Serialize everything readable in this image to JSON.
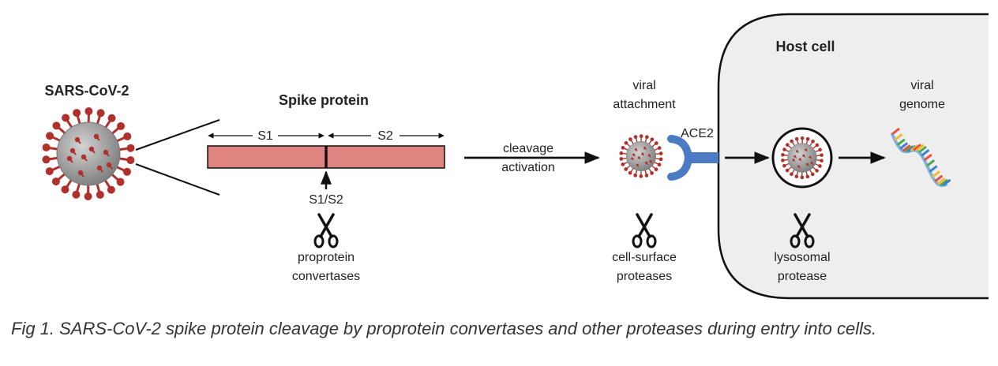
{
  "virus": {
    "label": "SARS-CoV-2"
  },
  "spike": {
    "title": "Spike protein",
    "s1_label": "S1",
    "s2_label": "S2",
    "cleavage_site_label": "S1/S2",
    "enzyme_line1": "proprotein",
    "enzyme_line2": "convertases"
  },
  "activation": {
    "line1": "cleavage",
    "line2": "activation"
  },
  "attachment": {
    "line1": "viral",
    "line2": "attachment",
    "receptor_label": "ACE2",
    "enzyme_line1": "cell-surface",
    "enzyme_line2": "proteases"
  },
  "host": {
    "title": "Host cell",
    "genome_line1": "viral",
    "genome_line2": "genome",
    "enzyme_line1": "lysosomal",
    "enzyme_line2": "protease"
  },
  "caption": "Fig 1. SARS-CoV-2 spike protein cleavage by proprotein convertases and other proteases during entry into cells.",
  "colors": {
    "spike_bar": "#e08481",
    "virus_body": "#9a9a9a",
    "virus_spike": "#b0302b",
    "ace2": "#4a7bc4",
    "host_fill": "#eeeeee"
  }
}
